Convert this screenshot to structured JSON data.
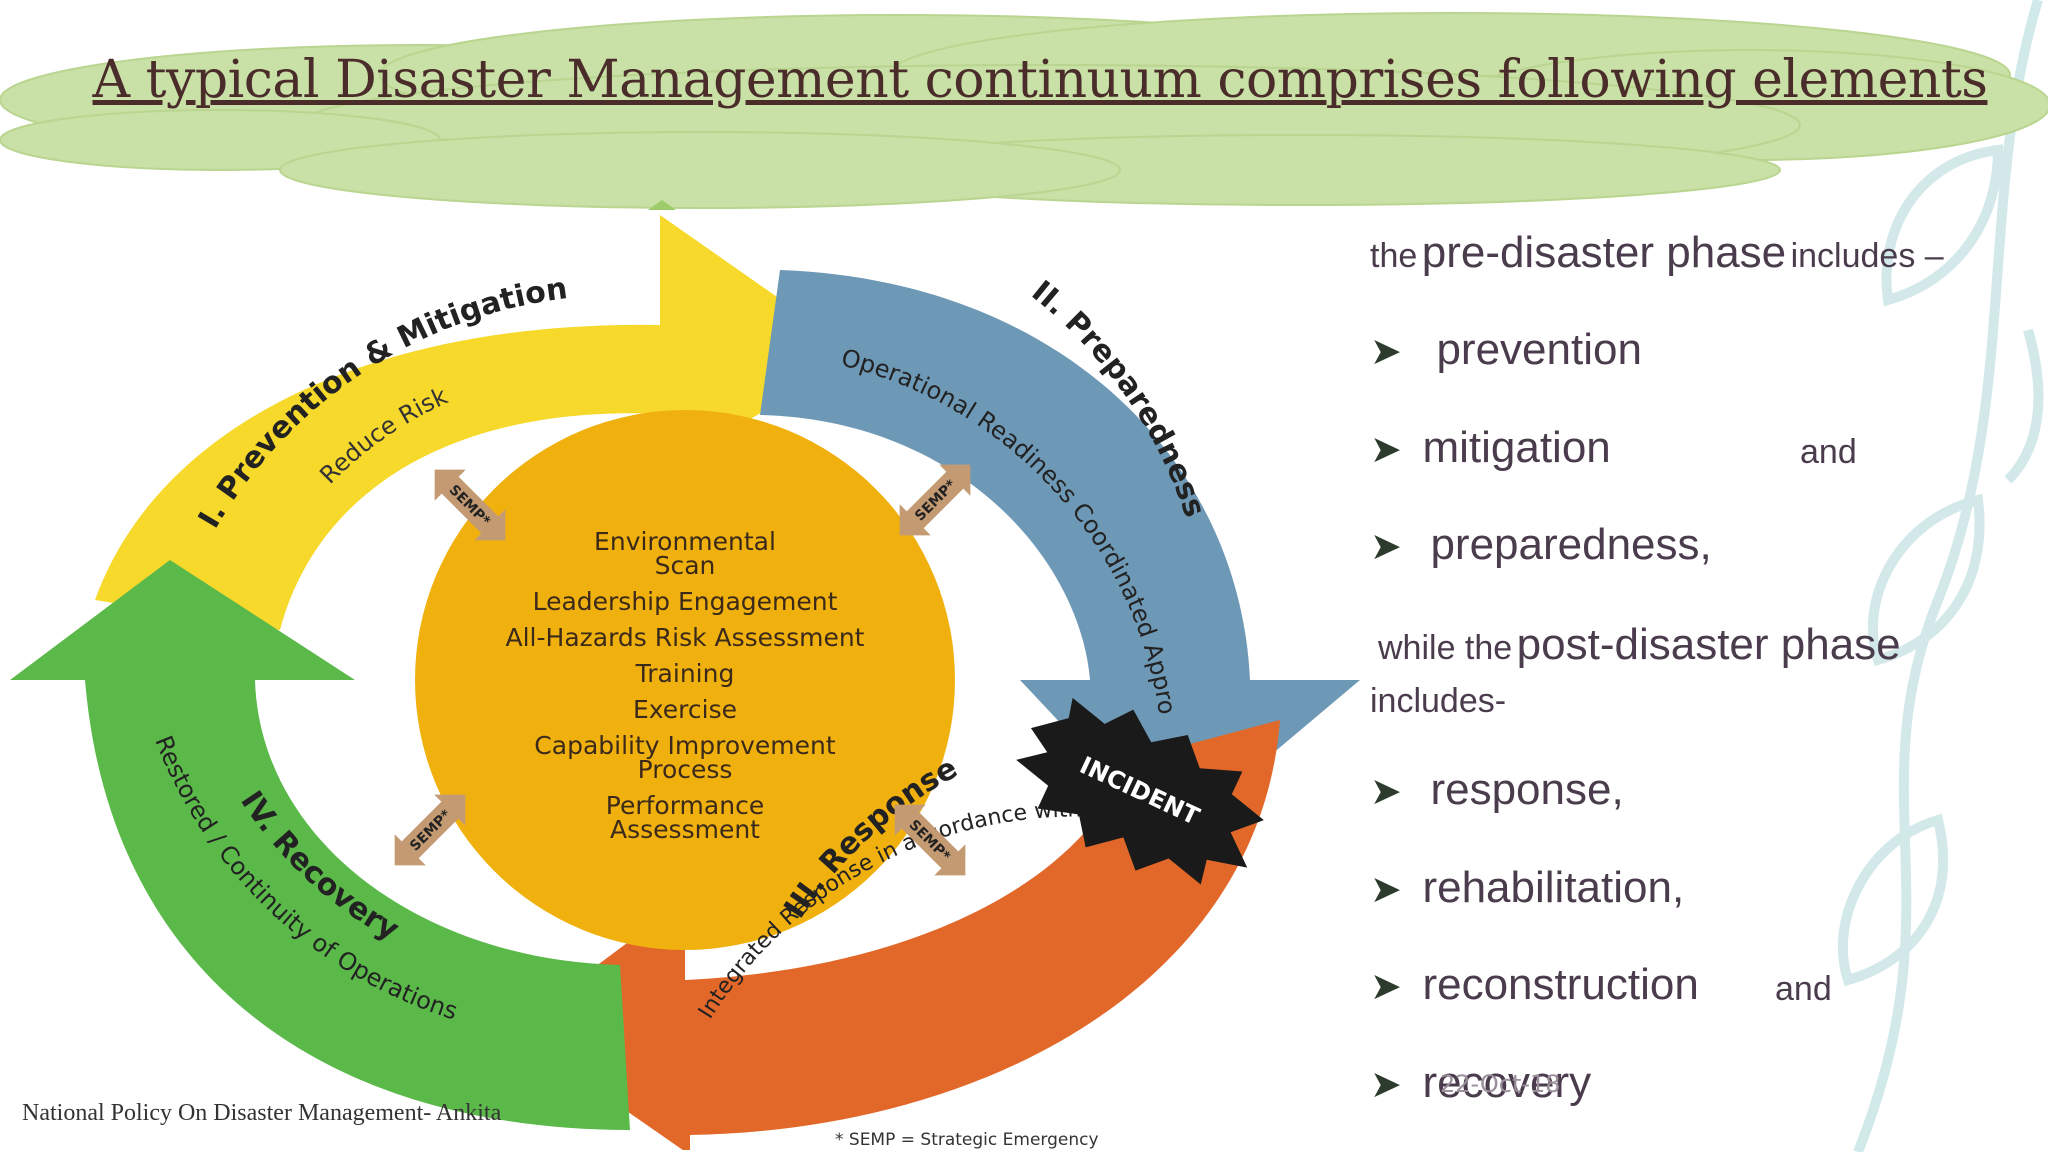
{
  "slide": {
    "title": "A typical Disaster Management  continuum comprises following elements"
  },
  "diagram": {
    "quadrants": [
      {
        "title": "I. Prevention & Mitigation",
        "subtitle": "Reduce Risk",
        "color": "#f6d92a"
      },
      {
        "title": "II. Preparedness",
        "subtitle": "Operational Readiness Coordinated Approach",
        "color": "#6e99b6"
      },
      {
        "title": "III. Response",
        "subtitle": "Integrated Response in accordance with Strategic Priorities",
        "color": "#e2682a"
      },
      {
        "title": "IV. Recovery",
        "subtitle": "Restored / Continuity of Operations",
        "color": "#5bb94a"
      }
    ],
    "center_items": [
      "Environmental Scan",
      "Leadership Engagement",
      "All-Hazards Risk Assessment",
      "Training",
      "Exercise",
      "Capability Improvement Process",
      "Performance Assessment"
    ],
    "center_color": "#f0b10f",
    "semp_label": "SEMP*",
    "incident_label": "INCIDENT",
    "footnote": "* SEMP = Strategic Emergency"
  },
  "panel": {
    "pre_prefix": "the",
    "pre_phase": "pre-disaster phase",
    "pre_suffix": "includes –",
    "items_pre": [
      "prevention",
      "mitigation",
      "preparedness,"
    ],
    "and1": "and",
    "post_prefix": "while the",
    "post_phase": "post-disaster phase",
    "post_suffix": "includes-",
    "items_post": [
      "response,",
      "rehabilitation,",
      "reconstruction",
      "recovery"
    ],
    "and2": "and",
    "bullet_icon": "arrow-bullet-icon"
  },
  "footer": {
    "left": "National Policy On Disaster Management- Ankita",
    "date": "22-Oct-18"
  }
}
